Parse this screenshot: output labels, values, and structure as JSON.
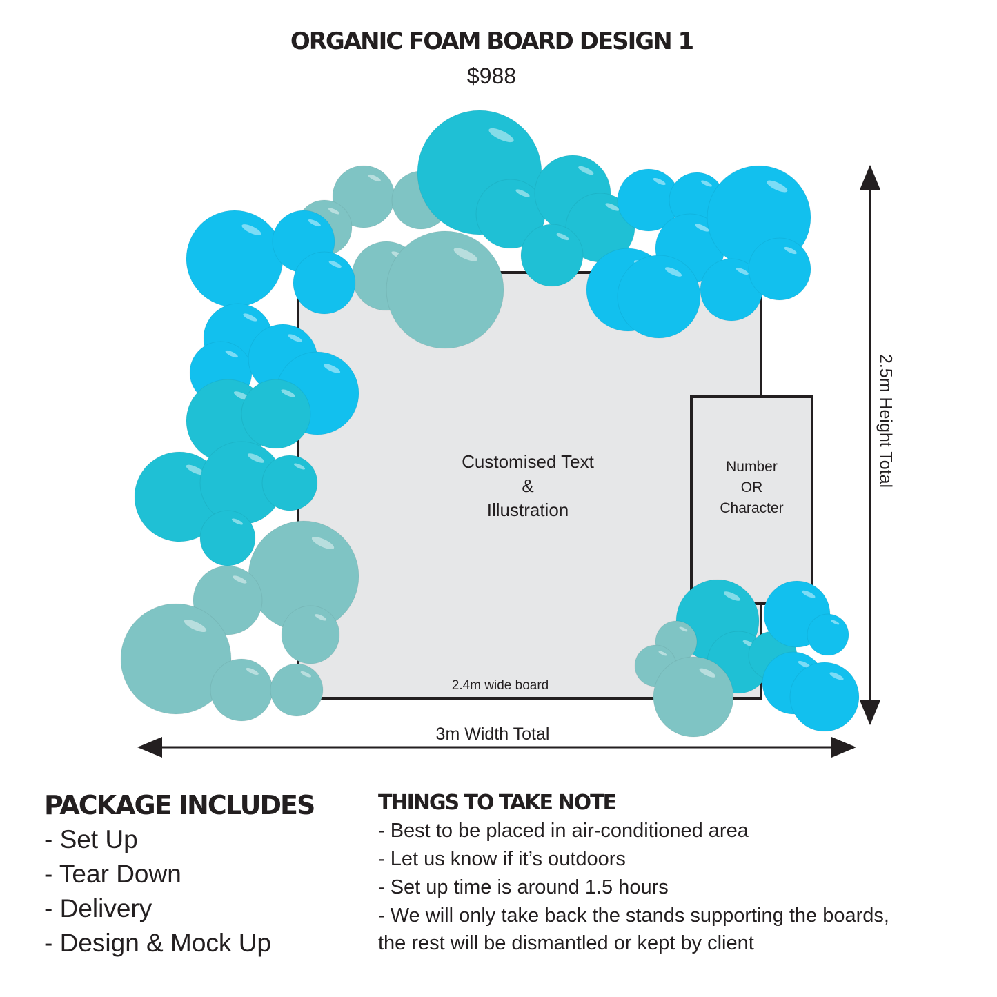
{
  "header": {
    "title": "ORGANIC FOAM BOARD DESIGN 1",
    "price": "$988"
  },
  "diagram": {
    "board_text": [
      "Customised Text",
      "&",
      "Illustration"
    ],
    "character_board_text": [
      "Number",
      "OR",
      "Character"
    ],
    "board_width_label": "2.4m wide board",
    "total_width_label": "3m Width Total",
    "total_height_label": "2.5m Height Total",
    "colors": {
      "sky_blue": "#12c0ee",
      "turquoise": "#1fc0d5",
      "sage": "#7fc4c4",
      "board": "#e6e7e8"
    }
  },
  "package": {
    "title": "PACKAGE INCLUDES",
    "items": [
      "- Set Up",
      "- Tear Down",
      "- Delivery",
      "- Design & Mock Up"
    ]
  },
  "notes": {
    "title": "THINGS TO TAKE NOTE",
    "items": [
      "- Best to be placed in air-conditioned area",
      "- Let us know if it’s outdoors",
      "- Set up time is around 1.5 hours",
      "- We will only take back the stands supporting the boards,",
      "the rest will be dismantled or kept by client"
    ]
  }
}
